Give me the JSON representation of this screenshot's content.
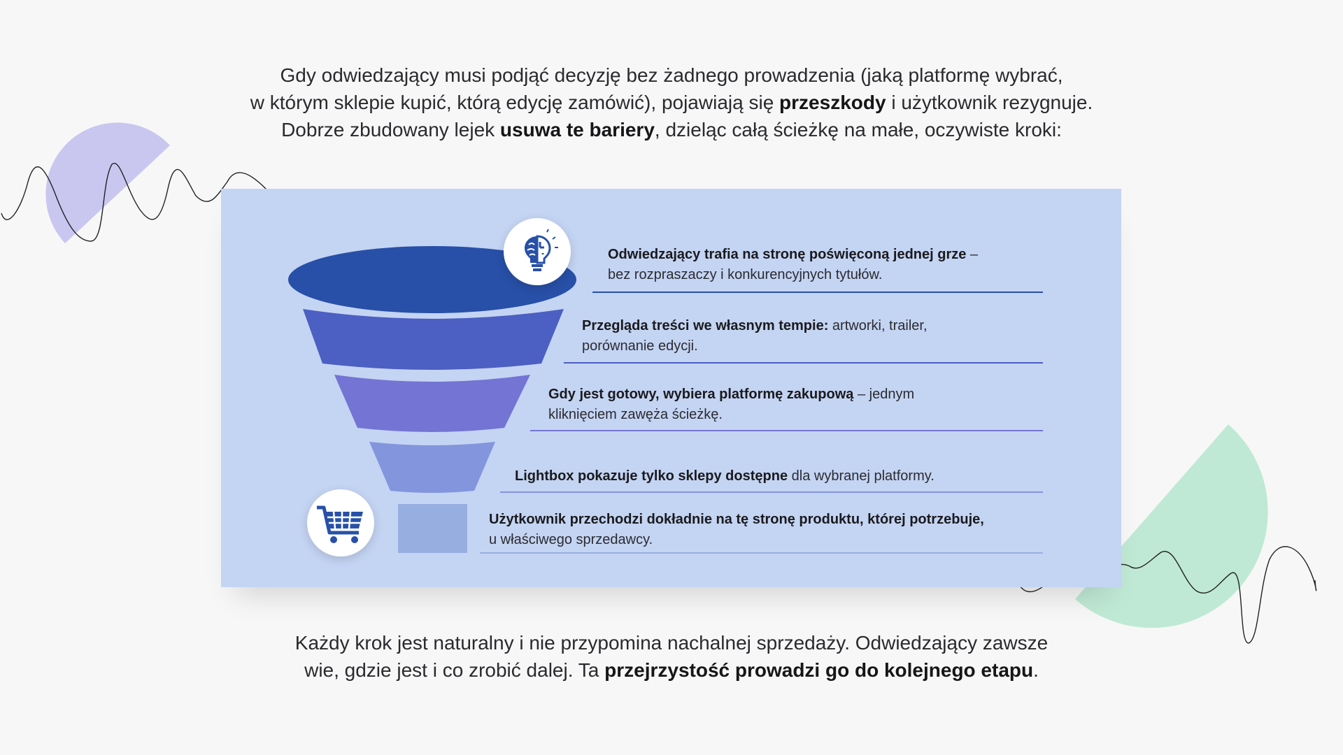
{
  "intro": {
    "l1": "Gdy odwiedzający musi podjąć decyzję bez żadnego prowadzenia (jaką platformę wybrać,",
    "l2_a": "w którym sklepie kupić, którą edycję zamówić), pojawiają się ",
    "l2_b": "przeszkody",
    "l2_c": " i użytkownik rezygnuje.",
    "l3_a": "Dobrze zbudowany lejek ",
    "l3_b": "usuwa te bariery",
    "l3_c": ", dzieląc całą ścieżkę na małe, oczywiste kroki:"
  },
  "steps": [
    {
      "bold": "Odwiedzający trafia na stronę poświęconą jednej grze",
      "rest1": " –",
      "line2": "bez rozpraszaczy i konkurencyjnych tytułów."
    },
    {
      "bold": "Przegląda treści we własnym tempie:",
      "rest1": " artworki, trailer,",
      "line2": "porównanie edycji."
    },
    {
      "bold": "Gdy jest gotowy, wybiera platformę zakupową",
      "rest1": " – jednym",
      "line2": "kliknięciem zawęża ścieżkę."
    },
    {
      "bold": "Lightbox pokazuje tylko sklepy dostępne",
      "rest1": " dla wybranej platformy.",
      "line2": ""
    },
    {
      "bold": "Użytkownik przechodzi dokładnie na tę stronę produktu, której potrzebuje,",
      "rest1": "",
      "line2": "u właściwego sprzedawcy."
    }
  ],
  "icons": {
    "top": "lightbulb-brain-icon",
    "bottom": "shopping-cart-icon"
  },
  "colors": {
    "panel": "#c4d4f3",
    "tier1": "#2850a8",
    "tier2": "#4c5fc2",
    "tier3": "#7474d4",
    "tier4": "#8395dc",
    "tier5": "#97aee0",
    "accent_purple": "#c9c7f0",
    "accent_green": "#bfe9d4"
  },
  "outro": {
    "l1": "Każdy krok jest naturalny i nie przypomina nachalnej sprzedaży. Odwiedzający zawsze",
    "l2_a": "wie, gdzie jest i co zrobić dalej. Ta ",
    "l2_b": "przejrzystość prowadzi go do kolejnego etapu",
    "l2_c": "."
  }
}
